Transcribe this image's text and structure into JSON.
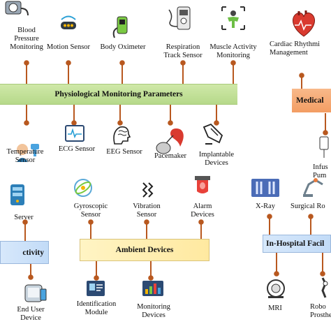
{
  "sections": {
    "physiological": "Physiological Monitoring Parameters",
    "medical": "Medical",
    "ambient": "Ambient Devices",
    "in_hospital": "In-Hospital Facil",
    "activity": "ctivity"
  },
  "top_row": {
    "blood_pressure": [
      "Blood",
      "Pressure",
      "Monitoring"
    ],
    "motion_sensor": "Motion Sensor",
    "body_oximeter": "Body Oximeter",
    "respiration": [
      "Respiration",
      "Track Sensor"
    ],
    "muscle": [
      "Muscle Activity",
      "Monitoring"
    ],
    "cardiac": [
      "Cardiac Rhythmi",
      "Management"
    ]
  },
  "second_row": {
    "temperature": [
      "Temperature",
      "Sensor"
    ],
    "ecg": "ECG Sensor",
    "eeg": "EEG Sensor",
    "pacemaker": "Pacemaker",
    "implantable": [
      "Implantable",
      "Devices"
    ],
    "infusion": [
      "Infus",
      "Pum"
    ]
  },
  "third_row": {
    "server": "Server",
    "gyroscopic": [
      "Gyroscopic",
      "Sensor"
    ],
    "vibration": [
      "Vibration",
      "Sensor"
    ],
    "alarm": [
      "Alarm",
      "Devices"
    ],
    "xray": "X-Ray",
    "surgical": "Surgical Ro"
  },
  "bottom_row": {
    "end_user": [
      "End User",
      "Device"
    ],
    "identification": [
      "Identification",
      "Module"
    ],
    "monitoring_devices": [
      "Monitoring",
      "Devices"
    ],
    "mri": "MRI",
    "robotic": [
      "Robo",
      "Prosthe"
    ]
  }
}
